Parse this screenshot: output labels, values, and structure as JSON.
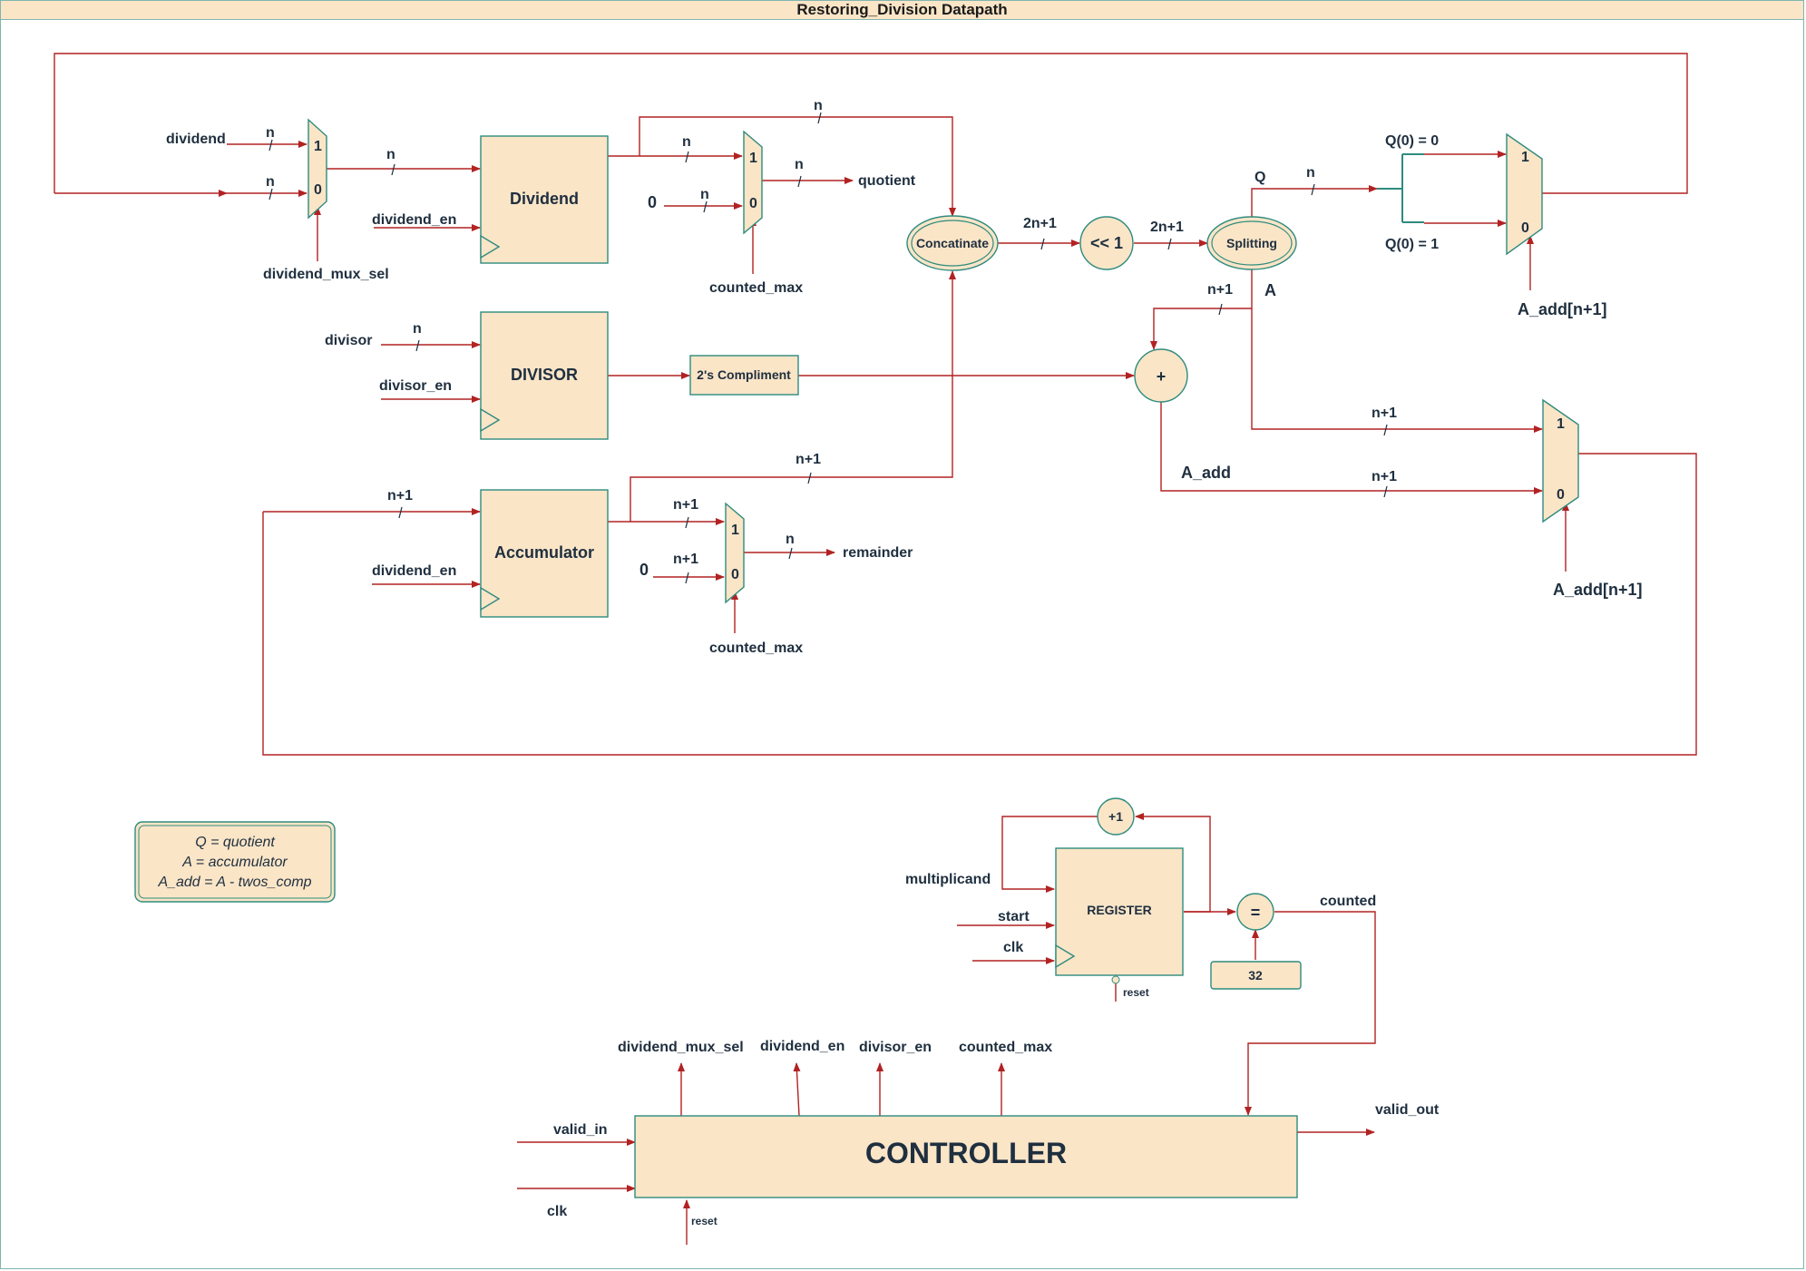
{
  "title": "Restoring_Division Datapath",
  "blocks": {
    "dividend": "Dividend",
    "divisor": "DIVISOR",
    "accumulator": "Accumulator",
    "twos": "2's Compliment",
    "concat": "Concatinate",
    "shift": "<< 1",
    "split": "Splitting",
    "adder": "+",
    "register": "REGISTER",
    "incr": "+1",
    "eq": "=",
    "const32": "32",
    "controller": "CONTROLLER"
  },
  "mux_inputs": {
    "one": "1",
    "zero": "0"
  },
  "signals": {
    "dividend": "dividend",
    "dividend_en": "dividend_en",
    "dividend_mux_sel": "dividend_mux_sel",
    "divisor": "divisor",
    "divisor_en": "divisor_en",
    "counted_max": "counted_max",
    "quotient": "quotient",
    "remainder": "remainder",
    "zero": "0",
    "q0_0": "Q(0) = 0",
    "q0_1": "Q(0) = 1",
    "a_add_sel": "A_add[n+1]",
    "q": "Q",
    "a": "A",
    "a_add": "A_add",
    "multiplicand": "multiplicand",
    "start": "start",
    "clk": "clk",
    "reset": "reset",
    "counted": "counted",
    "valid_in": "valid_in",
    "valid_out": "valid_out"
  },
  "widths": {
    "n": "n",
    "n1": "n+1",
    "two_n1": "2n+1"
  },
  "legend": [
    "Q = quotient",
    "A = accumulator",
    "A_add = A - twos_comp"
  ],
  "colors": {
    "wire": "#b22222",
    "block_fill": "#fae5c7",
    "block_stroke": "#2e8b7e",
    "text": "#1f2f3f"
  }
}
